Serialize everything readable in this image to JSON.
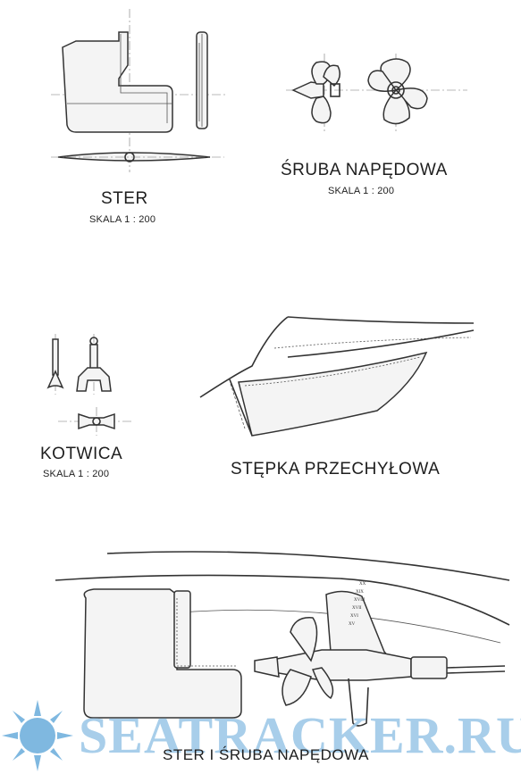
{
  "labels": {
    "ster": "STER",
    "ster_scale": "SKALA 1 : 200",
    "sruba": "ŚRUBA NAPĘDOWA",
    "sruba_scale": "SKALA 1 : 200",
    "kotwica": "KOTWICA",
    "kotwica_scale": "SKALA 1 : 200",
    "stepka": "STĘPKA PRZECHYŁOWA",
    "bottom": "STER I ŚRUBA NAPĘDOWA"
  },
  "watermark": {
    "text": "SEATRACKER.RU",
    "color": "#9fc9e8",
    "icon": "sun-logo-icon"
  },
  "frame_marks": [
    "XV",
    "XVI",
    "XVII",
    "XVIII",
    "XIX",
    "XX"
  ]
}
